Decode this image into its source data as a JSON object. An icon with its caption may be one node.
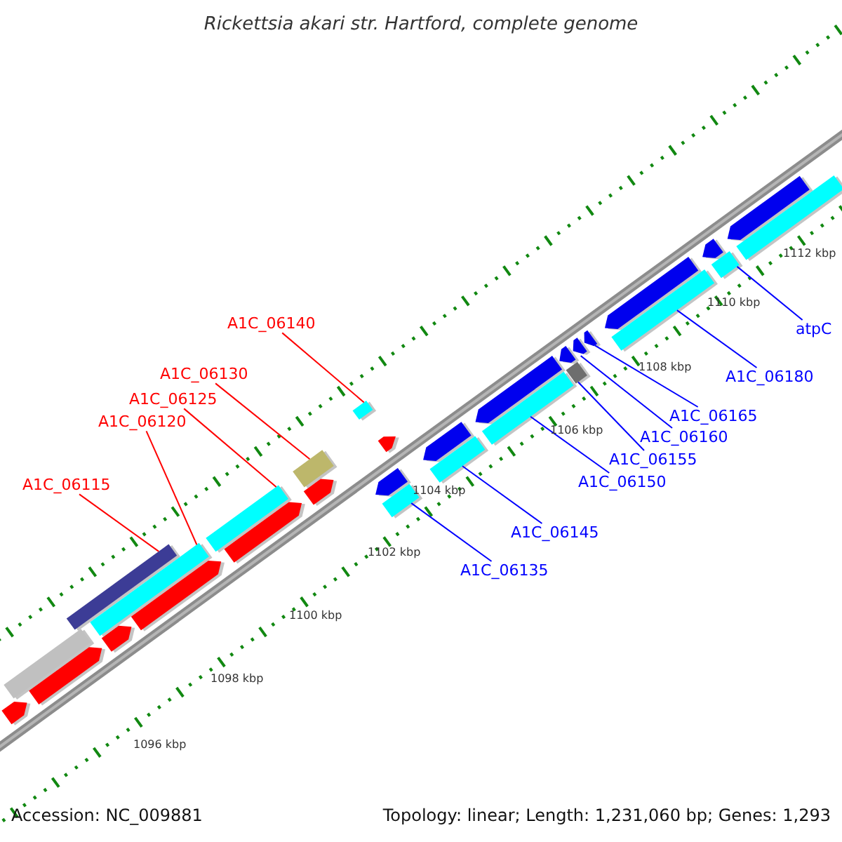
{
  "diagram": {
    "title": "Rickettsia akari str. Hartford, complete genome",
    "nodes": [
      {
        "text": [
          "A1C_06140"
        ]
      },
      {
        "text": [
          "atpC"
        ]
      },
      {
        "text": [
          "A1C_06130"
        ]
      },
      {
        "text": [
          "A1C_06180"
        ]
      },
      {
        "text": [
          "A1C_06125"
        ]
      },
      {
        "text": [
          "A1C_06165"
        ]
      },
      {
        "text": [
          "A1C_06120"
        ]
      },
      {
        "text": [
          "A1C_06160"
        ]
      },
      {
        "text": [
          "A1C_06155"
        ]
      },
      {
        "text": [
          "A1C_06150"
        ]
      },
      {
        "text": [
          "A1C_06115"
        ]
      },
      {
        "text": [
          "A1C_06145"
        ]
      },
      {
        "text": [
          "A1C_06135"
        ]
      },
      {
        "text": [],
        "shape": "bar"
      },
      {
        "text": [],
        "shape": "bar"
      },
      {
        "text": [],
        "shape": "bar"
      },
      {
        "text": [],
        "shape": "bar"
      },
      {
        "text": [],
        "shape": "bar"
      },
      {
        "text": [],
        "shape": "bar"
      },
      {
        "text": [],
        "shape": "bar"
      },
      {
        "text": [],
        "shape": "bar"
      },
      {
        "text": [],
        "shape": "bar"
      },
      {
        "text": [],
        "shape": "bar"
      },
      {
        "text": [],
        "shape": "bar"
      },
      {
        "text": [],
        "shape": "bar"
      },
      {
        "text": [],
        "shape": "bar"
      },
      {
        "text": [],
        "shape": "bar"
      },
      {
        "text": [],
        "shape": "bar"
      },
      {
        "text": [],
        "shape": "bar"
      },
      {
        "text": [],
        "shape": "bar"
      },
      {
        "text": [],
        "shape": "bar"
      },
      {
        "text": [],
        "shape": "bar"
      },
      {
        "text": [],
        "shape": "bar"
      },
      {
        "text": [],
        "shape": "bar"
      },
      {
        "text": [],
        "shape": "bar"
      },
      {
        "text": [],
        "shape": "bar"
      },
      {
        "text": [],
        "shape": "bar"
      },
      {
        "text": [],
        "shape": "bar"
      },
      {
        "text": [],
        "shape": "bar"
      },
      {
        "text": [],
        "shape": "bar"
      },
      {
        "text": [],
        "shape": "bar"
      },
      {
        "text": [],
        "shape": "bar"
      }
    ],
    "edges": [
      {
        "from": 0,
        "to": 24,
        "arrow": "none",
        "color": "#ff0000"
      },
      {
        "from": 1,
        "to": 39,
        "arrow": "none"
      },
      {
        "from": 2,
        "to": 22,
        "arrow": "none",
        "color": "#ff0000"
      },
      {
        "from": 3,
        "to": 37,
        "arrow": "none"
      },
      {
        "from": 4,
        "to": 20,
        "arrow": "none",
        "color": "#ff0000"
      },
      {
        "from": 5,
        "to": 35,
        "arrow": "none"
      },
      {
        "from": 6,
        "to": 18,
        "arrow": "none",
        "color": "#ff0000"
      },
      {
        "from": 7,
        "to": 34,
        "arrow": "none"
      },
      {
        "from": 8,
        "to": 33,
        "arrow": "none"
      },
      {
        "from": 9,
        "to": 31,
        "arrow": "none"
      },
      {
        "from": 10,
        "to": 17,
        "arrow": "none",
        "color": "#ff0000"
      },
      {
        "from": 11,
        "to": 29,
        "arrow": "none"
      },
      {
        "from": 12,
        "to": 27,
        "arrow": "none"
      }
    ],
    "labels": [
      "1112 kbp",
      "1110 kbp",
      "1108 kbp",
      "1106 kbp",
      "1104 kbp",
      "1102 kbp",
      "1100 kbp",
      "1098 kbp",
      "1096 kbp",
      "Accession: NC_009881",
      "Topology: linear; Length: 1,231,060 bp; Genes: 1,293"
    ]
  }
}
